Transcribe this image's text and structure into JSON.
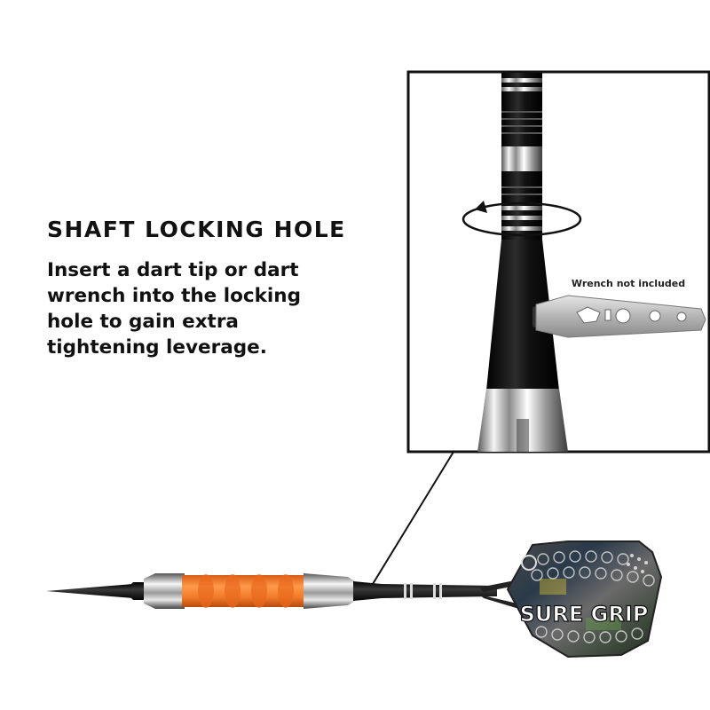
{
  "heading": "SHAFT LOCKING HOLE",
  "description_lines": [
    "Insert a dart tip or dart",
    "wrench into the locking",
    "hole to gain extra",
    "tightening leverage."
  ],
  "inset": {
    "wrench_note": "Wrench not included"
  },
  "flight": {
    "brand_text": "SURE GRIP"
  },
  "colors": {
    "text": "#111111",
    "grip_accent": "#f07a2a",
    "frame": "#111111",
    "shaft": "#1a1a1a",
    "chrome": "#c8c8c8"
  }
}
